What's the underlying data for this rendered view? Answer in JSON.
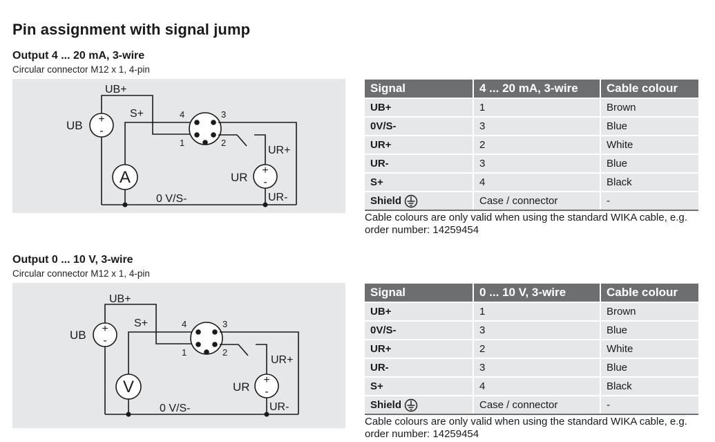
{
  "page_title": "Pin assignment with signal jump",
  "sections": [
    {
      "title": "Output 4 ... 20 mA, 3-wire",
      "subtitle": "Circular connector M12 x 1, 4-pin",
      "diagram": {
        "label_ub_plus": "UB+",
        "label_ub": "UB",
        "label_s_plus": "S+",
        "pin_4": "4",
        "pin_3": "3",
        "pin_1": "1",
        "pin_2": "2",
        "label_ur_plus": "UR+",
        "label_ur": "UR",
        "label_ur_minus": "UR-",
        "label_0v": "0 V/S-",
        "meter": "A",
        "plus": "+",
        "minus": "-"
      },
      "table": {
        "headers": [
          "Signal",
          "4 ... 20 mA, 3-wire",
          "Cable colour"
        ],
        "rows": [
          [
            "UB+",
            "1",
            "Brown"
          ],
          [
            "0V/S-",
            "3",
            "Blue"
          ],
          [
            "UR+",
            "2",
            "White"
          ],
          [
            "UR-",
            "3",
            "Blue"
          ],
          [
            "S+",
            "4",
            "Black"
          ],
          [
            "Shield",
            "Case / connector",
            "-"
          ]
        ]
      },
      "note": "Cable colours are only valid when using the standard WIKA cable, e.g. order number: 14259454"
    },
    {
      "title": "Output 0 ... 10 V, 3-wire",
      "subtitle": "Circular connector M12 x 1, 4-pin",
      "diagram": {
        "label_ub_plus": "UB+",
        "label_ub": "UB",
        "label_s_plus": "S+",
        "pin_4": "4",
        "pin_3": "3",
        "pin_1": "1",
        "pin_2": "2",
        "label_ur_plus": "UR+",
        "label_ur": "UR",
        "label_ur_minus": "UR-",
        "label_0v": "0 V/S-",
        "meter": "V",
        "plus": "+",
        "minus": "-"
      },
      "table": {
        "headers": [
          "Signal",
          "0 ... 10 V, 3-wire",
          "Cable colour"
        ],
        "rows": [
          [
            "UB+",
            "1",
            "Brown"
          ],
          [
            "0V/S-",
            "3",
            "Blue"
          ],
          [
            "UR+",
            "2",
            "White"
          ],
          [
            "UR-",
            "3",
            "Blue"
          ],
          [
            "S+",
            "4",
            "Black"
          ],
          [
            "Shield",
            "Case / connector",
            "-"
          ]
        ]
      },
      "note": "Cable colours are only valid when using the standard WIKA cable, e.g. order number: 14259454"
    }
  ]
}
